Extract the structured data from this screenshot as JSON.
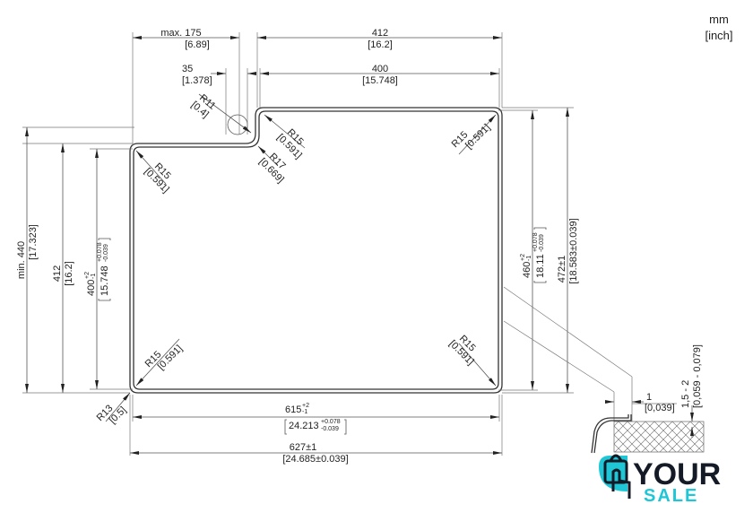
{
  "units": {
    "mm": "mm",
    "inch": "[inch]"
  },
  "top": {
    "max175": {
      "mm": "max. 175",
      "in": "[6.89]"
    },
    "w412": {
      "mm": "412",
      "in": "[16.2]"
    },
    "w35": {
      "mm": "35",
      "in": "[1.378]"
    },
    "w400": {
      "mm": "400",
      "in": "[15.748]"
    }
  },
  "radii": {
    "r11": {
      "mm": "R11",
      "in": "[0.4]"
    },
    "r15_notch": {
      "mm": "R15",
      "in": "[0.591]"
    },
    "r17": {
      "mm": "R17",
      "in": "[0.669]"
    },
    "r15_tr": {
      "mm": "R15",
      "in": "[0.591]"
    },
    "r15_tl": {
      "mm": "R15",
      "in": "[0.591]"
    },
    "r15_bl": {
      "mm": "R15",
      "in": "[0.591]"
    },
    "r15_br": {
      "mm": "R15",
      "in": "[0.591]"
    },
    "r13": {
      "mm": "R13",
      "in": "[0.5]"
    }
  },
  "left": {
    "min440": {
      "mm": "min. 440",
      "in": "[17.323]"
    },
    "h412": {
      "mm": "412",
      "in": "[16.2]"
    },
    "h400": {
      "mm": "400",
      "tol_up": "+2",
      "tol_dn": "-1",
      "in": "15.748",
      "in_up": "+0.078",
      "in_dn": "-0.039"
    }
  },
  "right": {
    "h460": {
      "mm": "460",
      "tol_up": "+2",
      "tol_dn": "-1",
      "in": "18.11",
      "in_up": "+0.078",
      "in_dn": "-0.039"
    },
    "h472": {
      "mm": "472±1",
      "in": "[18.583±0.039]"
    }
  },
  "bottom": {
    "w615": {
      "mm": "615",
      "tol_up": "+2",
      "tol_dn": "-1",
      "in": "24.213",
      "in_up": "+0.078",
      "in_dn": "-0.039"
    },
    "w627": {
      "mm": "627±1",
      "in": "[24.685±0.039]"
    }
  },
  "detail": {
    "gap": {
      "mm": "1",
      "in": "[0,039]"
    },
    "thick": {
      "mm": "1,5 - 2",
      "in": "[0,059 - 0,079]"
    }
  },
  "logo": {
    "line1": "YOUR",
    "line2": "SALE",
    "accent": "#1ec6d6",
    "dark": "#141a26"
  }
}
